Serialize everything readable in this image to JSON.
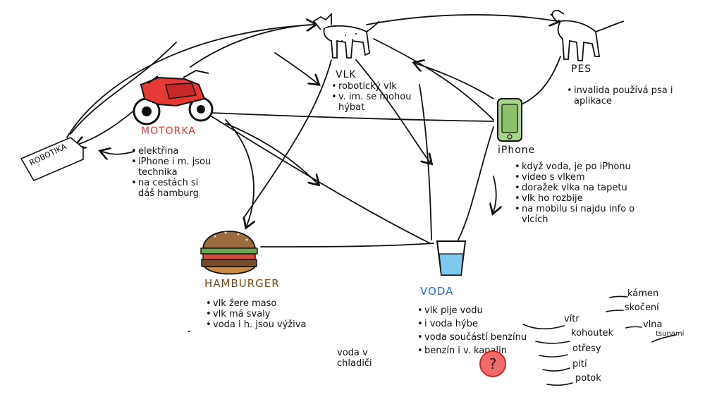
{
  "nodes": {
    "robotika": {
      "label": "ROBOTIKA"
    },
    "motorka": {
      "title": "MOTORKA",
      "title_color": "#e53935",
      "bullets": [
        "elektřina",
        "iPhone i m. jsou technika",
        "na cestách si dáš hamburg"
      ]
    },
    "vlk": {
      "title": "VLK",
      "bullets": [
        "robotický vlk",
        "v. im. se mohou hýbat"
      ]
    },
    "pes": {
      "title": "PES",
      "bullets": [
        "invalida používá psa i aplikace"
      ]
    },
    "iphone": {
      "title": "iPhone",
      "bullets": [
        "když voda, je po iPhonu",
        "video s vlkem",
        "doražek vlka na tapetu",
        "vlk ho rozbije",
        "na mobilu si najdu info o vlcích"
      ]
    },
    "hamburger": {
      "title": "HAMBURGER",
      "title_color": "#7b4a12",
      "bullets": [
        "vlk žere maso",
        "vlk má svaly",
        "voda i h. jsou výživa"
      ]
    },
    "voda": {
      "title": "VODA",
      "title_color": "#1f6bd6",
      "bullets": [
        "vlk pije vodu",
        "i voda hýbe",
        "voda součástí benzínu",
        "benzín i v. kapalin"
      ],
      "question_mark": "?"
    }
  },
  "notes": {
    "voda_v_chladici": "voda v chladiči",
    "water_moves": [
      "vítr",
      "kohoutek",
      "otřesy",
      "pití",
      "potok"
    ],
    "wind_moves": [
      "kámen",
      "skočení",
      "vlna",
      "tsunami"
    ]
  },
  "colors": {
    "ink": "#111111",
    "motorka_red": "#e53935",
    "hamburger_brown": "#7b4a12",
    "voda_blue": "#1f6bd6",
    "phone_green": "#8dc06a",
    "water_blue": "#7fc8ee",
    "badge_red": "#f26b6b"
  },
  "icons": [
    "dog-icon",
    "wolf-icon",
    "motorcycle-icon",
    "smartphone-icon",
    "hamburger-icon",
    "water-glass-icon"
  ]
}
